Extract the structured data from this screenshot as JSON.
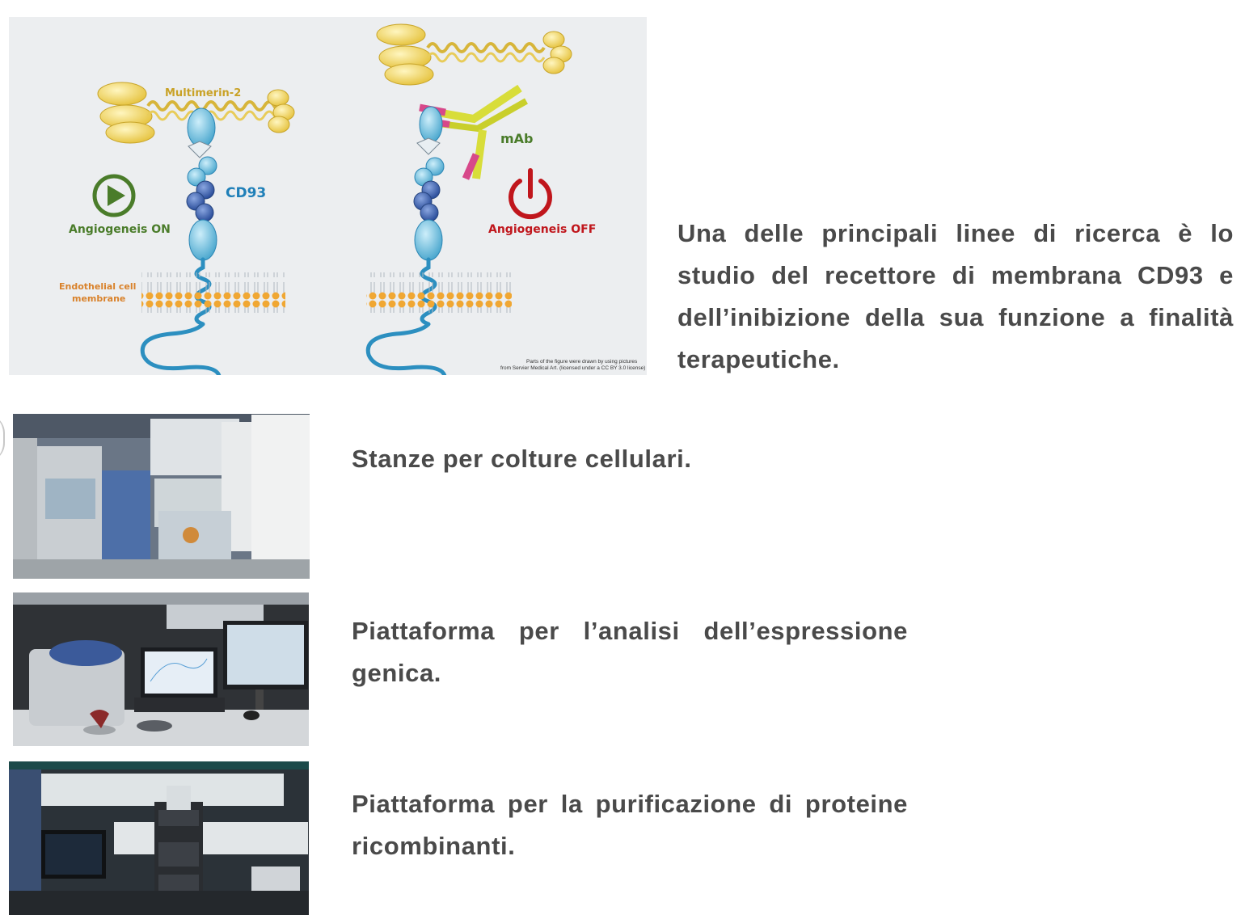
{
  "diagram": {
    "labels": {
      "multimerin": "Multimerin-2",
      "cd93": "CD93",
      "angio_on": "Angiogeneis ON",
      "angio_off": "Angiogeneis OFF",
      "membrane_line1": "Endothelial cell",
      "membrane_line2": "membrane",
      "mab": "mAb",
      "credit_line1": "Parts of the figure were drawn by using pictures",
      "credit_line2": "from Servier Medical Art. (licensed under a CC BY 3.0 license)"
    },
    "colors": {
      "on": "#4a7c2a",
      "off": "#c0161c",
      "cd93": "#1f7fb8",
      "multimerin": "#c9a227",
      "membrane": "#d9822b"
    }
  },
  "sections": {
    "research": "Una delle principali linee di ricerca è lo studio del recettore di membrana CD93 e dell’inibizione della sua funzione a finalità terapeutiche.",
    "cell_culture": "Stanze per colture cellulari.",
    "gene_expression": "Piattaforma per l’analisi dell’espressione genica.",
    "protein_purification": "Piattaforma per la purificazione di proteine ricombinanti."
  },
  "photos": {
    "photo1": "lab-room-hoods-photo",
    "photo2": "qpcr-platform-photo",
    "photo3": "purification-platform-photo"
  }
}
